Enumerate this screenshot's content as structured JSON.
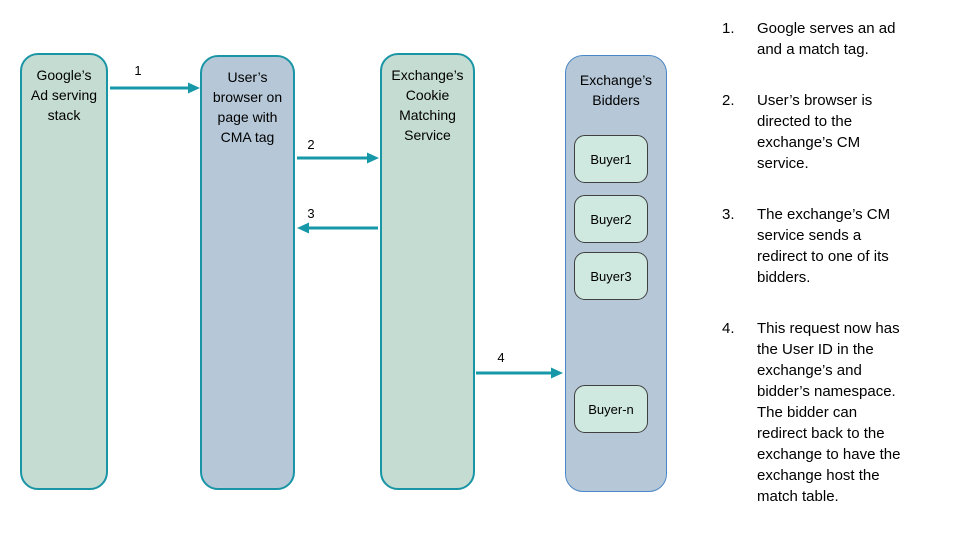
{
  "diagram": {
    "nodes": [
      {
        "label": "Google’s\nAd serving\nstack"
      },
      {
        "label": "User’s\nbrowser on\npage with\nCMA tag"
      },
      {
        "label": "Exchange’s\nCookie\nMatching\nService"
      },
      {
        "label": "Exchange’s\nBidders",
        "buyers": [
          "Buyer1",
          "Buyer2",
          "Buyer3",
          "Buyer-n"
        ]
      }
    ],
    "arrows": [
      {
        "label": "1",
        "from": "Google’s Ad serving stack",
        "to": "User’s browser on page with CMA tag",
        "direction": "right"
      },
      {
        "label": "2",
        "from": "User’s browser on page with CMA tag",
        "to": "Exchange’s Cookie Matching Service",
        "direction": "right"
      },
      {
        "label": "3",
        "from": "Exchange’s Cookie Matching Service",
        "to": "User’s browser on page with CMA tag",
        "direction": "left"
      },
      {
        "label": "4",
        "from": "Exchange’s Cookie Matching Service",
        "to": "Exchange’s Bidders",
        "direction": "right"
      }
    ],
    "colors": {
      "teal_border": "#1a95a5",
      "green_fill": "#c5dcd2",
      "blue_fill": "#b6c8d8",
      "blue_border": "#4a86c8",
      "buyer_fill": "#cfe9e1",
      "buyer_border": "#404040",
      "arrow": "#1798a8",
      "text": "#000000"
    }
  },
  "steps": [
    {
      "number": "1.",
      "text": "Google serves an ad\nand a match tag."
    },
    {
      "number": "2.",
      "text": "User’s browser is\ndirected to the\nexchange’s CM\nservice."
    },
    {
      "number": "3.",
      "text": "The exchange’s CM\nservice sends a\nredirect to one of its\nbidders."
    },
    {
      "number": "4.",
      "text": "This request now has\nthe User ID in the\nexchange’s and\nbidder’s namespace.\nThe bidder can\nredirect back to the\nexchange to have the\nexchange host the\nmatch table."
    }
  ]
}
